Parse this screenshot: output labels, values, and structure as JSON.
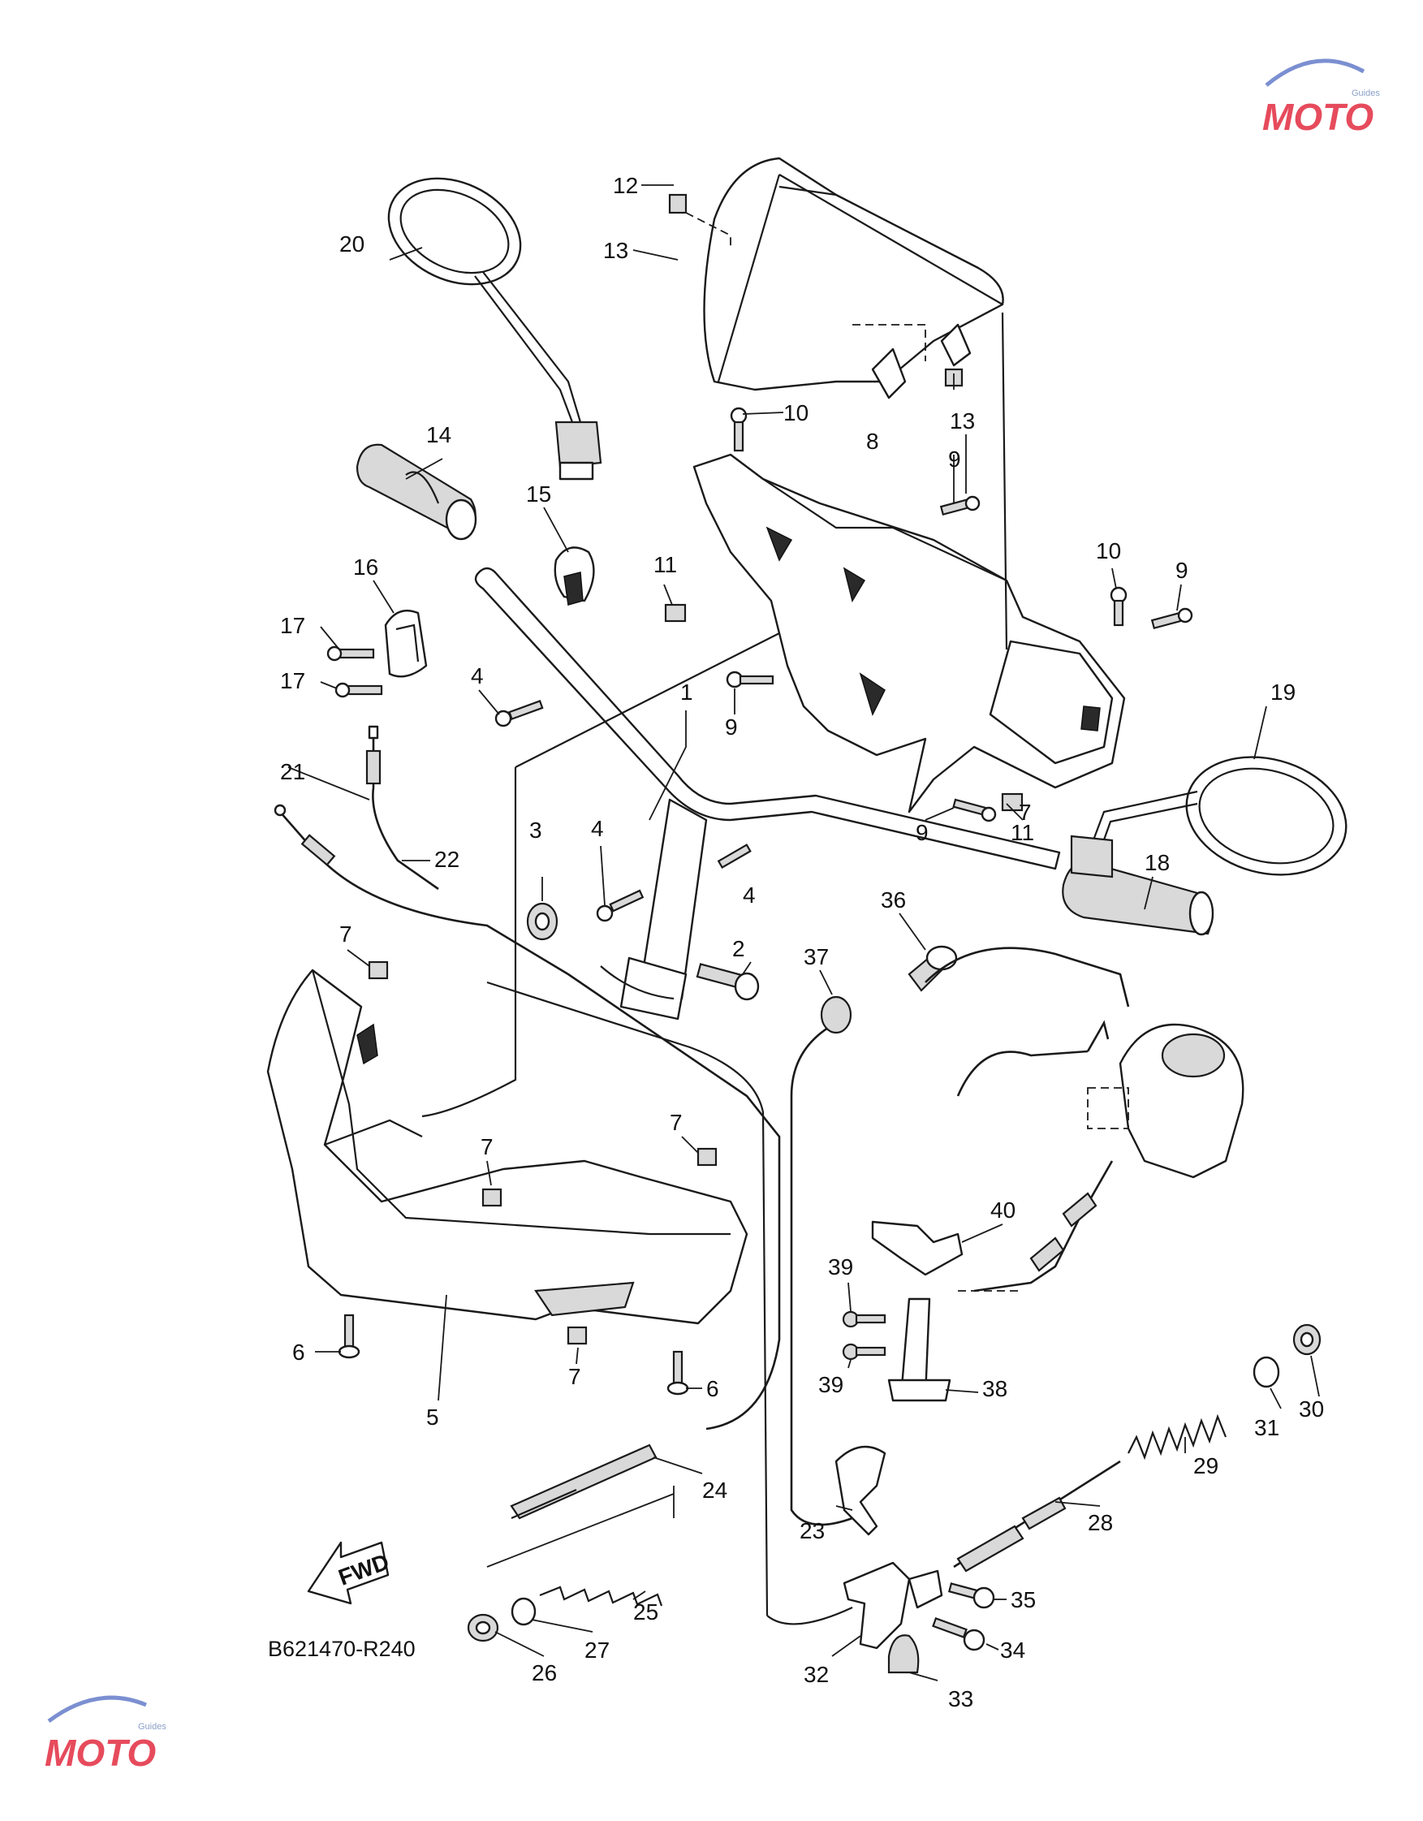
{
  "diagram_code": "B621470-R240",
  "direction_arrow": "FWD",
  "watermark": {
    "brand": "MOTO",
    "sub": "Guides"
  },
  "parts": [
    {
      "label": "1"
    },
    {
      "label": "2"
    },
    {
      "label": "3"
    },
    {
      "label": "4"
    },
    {
      "label": "4"
    },
    {
      "label": "4"
    },
    {
      "label": "5"
    },
    {
      "label": "6"
    },
    {
      "label": "6"
    },
    {
      "label": "7"
    },
    {
      "label": "7"
    },
    {
      "label": "7"
    },
    {
      "label": "7"
    },
    {
      "label": "7"
    },
    {
      "label": "8"
    },
    {
      "label": "9"
    },
    {
      "label": "9"
    },
    {
      "label": "9"
    },
    {
      "label": "9"
    },
    {
      "label": "10"
    },
    {
      "label": "10"
    },
    {
      "label": "11"
    },
    {
      "label": "11"
    },
    {
      "label": "12"
    },
    {
      "label": "13"
    },
    {
      "label": "13"
    },
    {
      "label": "14"
    },
    {
      "label": "15"
    },
    {
      "label": "16"
    },
    {
      "label": "17"
    },
    {
      "label": "17"
    },
    {
      "label": "18"
    },
    {
      "label": "19"
    },
    {
      "label": "20"
    },
    {
      "label": "21"
    },
    {
      "label": "22"
    },
    {
      "label": "23"
    },
    {
      "label": "24"
    },
    {
      "label": "25"
    },
    {
      "label": "26"
    },
    {
      "label": "27"
    },
    {
      "label": "28"
    },
    {
      "label": "29"
    },
    {
      "label": "30"
    },
    {
      "label": "31"
    },
    {
      "label": "32"
    },
    {
      "label": "33"
    },
    {
      "label": "34"
    },
    {
      "label": "35"
    },
    {
      "label": "36"
    },
    {
      "label": "37"
    },
    {
      "label": "38"
    },
    {
      "label": "39"
    },
    {
      "label": "39"
    },
    {
      "label": "40"
    }
  ]
}
